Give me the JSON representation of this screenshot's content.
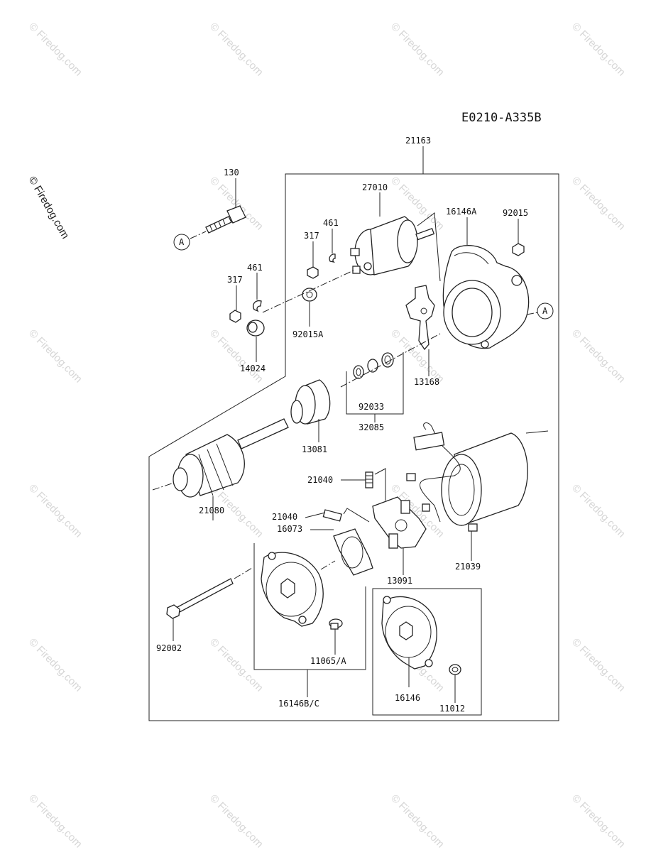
{
  "diagram": {
    "code": "E0210-A335B",
    "watermark": "© Firedog.com",
    "callout_mark": "A",
    "parts": {
      "p21163": "21163",
      "p130": "130",
      "p27010": "27010",
      "p461a": "461",
      "p317a": "317",
      "p16146A": "16146A",
      "p92015": "92015",
      "p461b": "461",
      "p317b": "317",
      "p92015A": "92015A",
      "p14024": "14024",
      "p13168": "13168",
      "p92033": "92033",
      "p32085": "32085",
      "p13081": "13081",
      "p21080": "21080",
      "p21040a": "21040",
      "p21040b": "21040",
      "p16073": "16073",
      "p13091": "13091",
      "p21039": "21039",
      "p92002": "92002",
      "p11065A": "11065/A",
      "p16146BC": "16146B/C",
      "p16146": "16146",
      "p11012": "11012"
    }
  }
}
